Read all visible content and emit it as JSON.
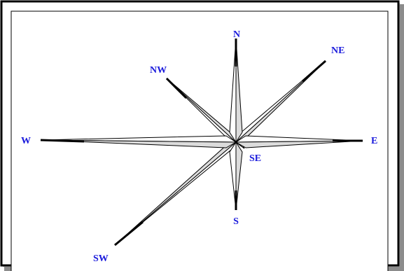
{
  "compass": {
    "labels": {
      "n": "N",
      "ne": "NE",
      "e": "E",
      "se": "SE",
      "s": "S",
      "sw": "SW",
      "w": "W",
      "nw": "NW"
    },
    "label_color": "#1a1adc",
    "stroke_color": "#000000",
    "frame_color": "#000000",
    "frame_shadow_color": "#8c8c8c",
    "background_color": "#ffffff"
  }
}
